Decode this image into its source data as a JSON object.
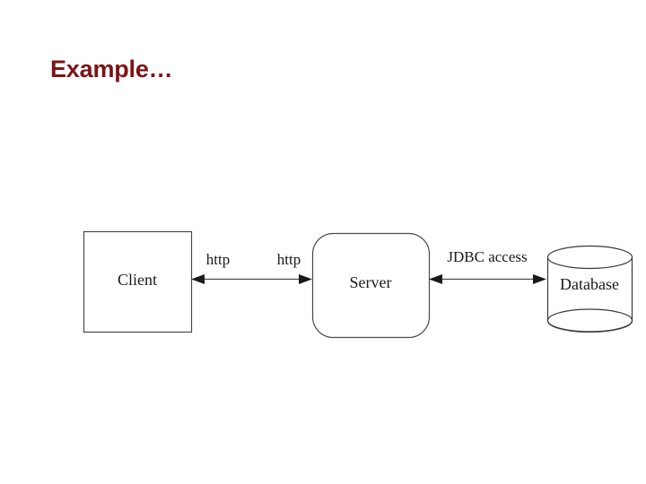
{
  "slide": {
    "title": "Example…",
    "title_color": "#7d1416",
    "background_color": "#ffffff"
  },
  "diagram": {
    "type": "architecture-flow",
    "nodes": [
      {
        "id": "client",
        "label": "Client",
        "shape": "rectangle"
      },
      {
        "id": "server",
        "label": "Server",
        "shape": "rounded-rectangle"
      },
      {
        "id": "database",
        "label": "Database",
        "shape": "cylinder"
      }
    ],
    "edges": [
      {
        "id": "client-server",
        "from": "client",
        "to": "server",
        "direction": "bidirectional",
        "labels": [
          "http",
          "http"
        ]
      },
      {
        "id": "server-database",
        "from": "server",
        "to": "database",
        "direction": "bidirectional",
        "labels": [
          "JDBC access"
        ]
      }
    ]
  }
}
